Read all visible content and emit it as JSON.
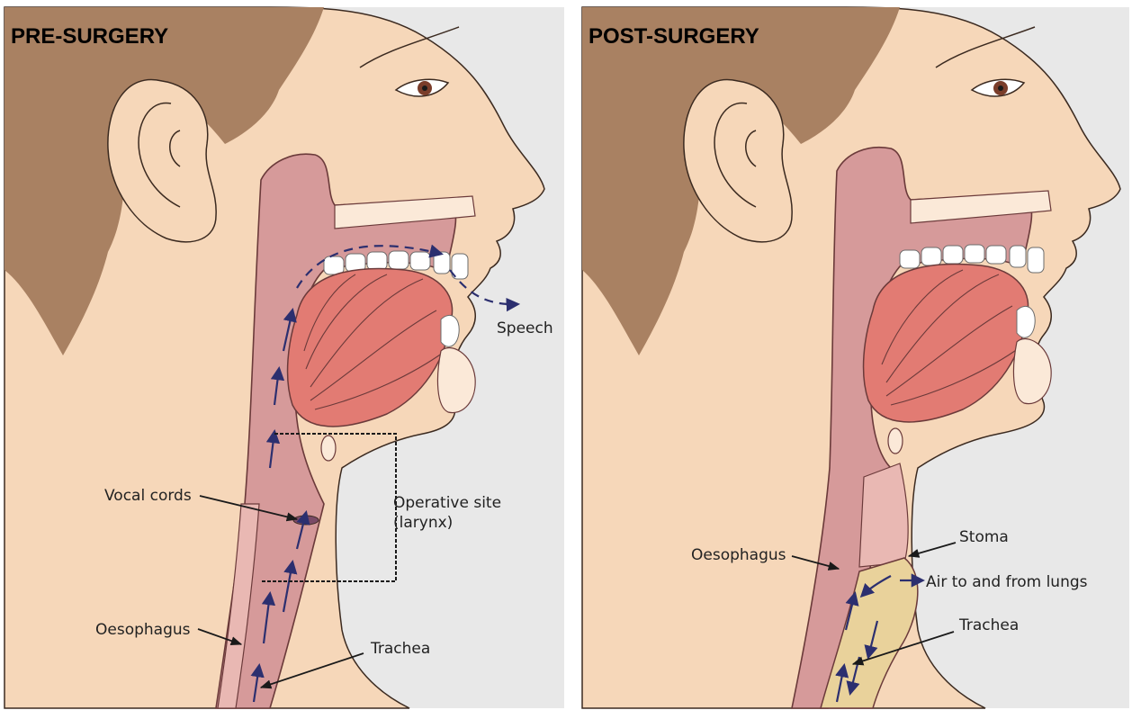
{
  "panels": {
    "left": {
      "title": "PRE-SURGERY",
      "labels": {
        "speech": "Speech",
        "vocal_cords": "Vocal cords",
        "operative_site_line1": "Operative site",
        "operative_site_line2": "(larynx)",
        "oesophagus": "Oesophagus",
        "trachea": "Trachea"
      }
    },
    "right": {
      "title": "POST-SURGERY",
      "labels": {
        "stoma": "Stoma",
        "oesophagus": "Oesophagus",
        "air": "Air to and from lungs",
        "trachea": "Trachea"
      }
    }
  },
  "colors": {
    "background": "#e8e8e8",
    "skin": "#f6d7b9",
    "hair": "#a98162",
    "tract": "#d69a9a",
    "tongue": "#e27b73",
    "airflow_arrow": "#2c2f6f",
    "trachea_post": "#e9d29b"
  }
}
